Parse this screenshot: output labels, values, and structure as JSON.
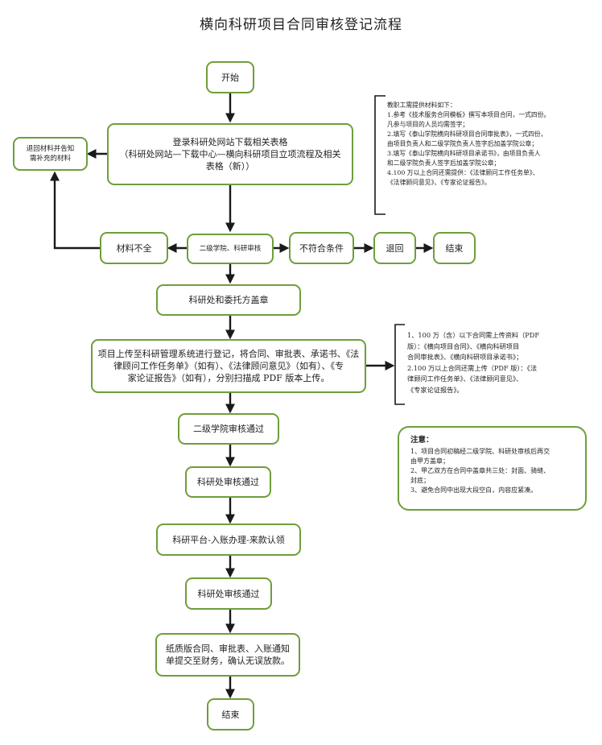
{
  "title": "横向科研项目合同审核登记流程",
  "colors": {
    "border": "#6f9e3a",
    "arrow": "#1a1a1a"
  },
  "nodes": {
    "start": "开始",
    "download_lines": [
      "登录科研处网站下载相关表格",
      "（科研处网站—下载中心—横向科研项目立项流程及相关",
      "表格（新））"
    ],
    "return_materials_lines": [
      "退回材料并告知",
      "需补充的材料"
    ],
    "incomplete": "材料不全",
    "review": "二级学院、科研审核",
    "not_qualified": "不符合条件",
    "returned": "退回",
    "end_reject": "结束",
    "seal": "科研处和委托方盖章",
    "upload_lines": [
      "项目上传至科研管理系统进行登记，将合同、审批表、承诺书、《法",
      "律顾问工作任务单》（如有）、《法律顾问意见》（如有）、《专",
      "家论证报告》（如有），分别扫描成 PDF 版本上传。"
    ],
    "college_pass": "二级学院审核通过",
    "research_pass_1": "科研处审核通过",
    "platform": "科研平台-入账办理-来款认领",
    "research_pass_2": "科研处审核通过",
    "paper_lines": [
      "纸质版合同、审批表、入账通知",
      "单提交至财务，确认无误放款。"
    ],
    "end": "结束"
  },
  "side_materials_lines": [
    "教职工需提供材料如下：",
    "1.参考《技术服务合同模板》撰写本项目合同，一式四份。",
    "凡参与项目的人员均需签字；",
    "2.填写《泰山学院横向科研项目合同审批表》，一式四份，",
    "由项目负责人和二级学院负责人签字后加盖学院公章；",
    "3.填写《泰山学院横向科研项目承诺书》，由项目负责人",
    "和二级学院负责人签字后加盖学院公章；",
    "4.100 万以上合同还需提供：《法律顾问工作任务单》、",
    "《法律顾问意见》、《专家论证报告》。"
  ],
  "side_upload_lines": [
    "1、100 万（含）以下合同需上传资料（PDF",
    "版）：《横向项目合同》、《横向科研项目",
    "合同审批表》、《横向科研项目承诺书》；",
    "2.100 万以上合同还需上传（PDF 版）：《法",
    "律顾问工作任务单》、《法律顾问意见》、",
    "《专家论证报告》。"
  ],
  "note": {
    "title": "注意：",
    "lines": [
      "1、项目合同初稿经二级学院、科研处审核后再交",
      "由甲方盖章；",
      "2、甲乙双方在合同中盖章共三处：封面、骑缝、",
      "封底；",
      "3、避免合同中出现大段空白，内容应紧凑。"
    ]
  }
}
